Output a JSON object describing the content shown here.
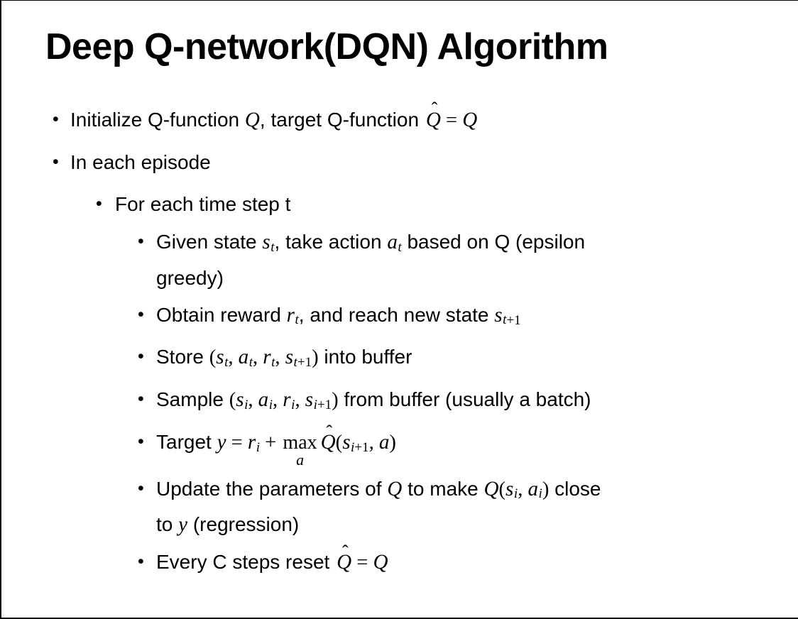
{
  "slide": {
    "title": "Deep Q-network(DQN) Algorithm",
    "bullets": [
      {
        "level": 1,
        "segments": [
          {
            "s": "p",
            "t": "Initialize Q-function "
          },
          {
            "s": "m",
            "t": "Q"
          },
          {
            "s": "p",
            "t": ", target Q-function "
          },
          {
            "s": "mh",
            "t": "Q"
          },
          {
            "s": "mr",
            "t": " = "
          },
          {
            "s": "m",
            "t": "Q"
          }
        ]
      },
      {
        "level": 1,
        "segments": [
          {
            "s": "p",
            "t": "In each episode"
          }
        ]
      },
      {
        "level": 2,
        "segments": [
          {
            "s": "p",
            "t": "For each time step t"
          }
        ]
      },
      {
        "level": 3,
        "segments": [
          {
            "s": "p",
            "t": "Given state "
          },
          {
            "s": "m",
            "t": "s"
          },
          {
            "s": "sub",
            "t": "t"
          },
          {
            "s": "p",
            "t": ", take action "
          },
          {
            "s": "m",
            "t": "a"
          },
          {
            "s": "sub",
            "t": "t"
          },
          {
            "s": "p",
            "t": " based on Q (epsilon"
          },
          {
            "s": "br"
          },
          {
            "s": "p",
            "t": "greedy)"
          }
        ]
      },
      {
        "level": 3,
        "segments": [
          {
            "s": "p",
            "t": "Obtain reward "
          },
          {
            "s": "m",
            "t": "r"
          },
          {
            "s": "sub",
            "t": "t"
          },
          {
            "s": "p",
            "t": ", and reach new state "
          },
          {
            "s": "m",
            "t": "s"
          },
          {
            "s": "sub",
            "t": "t"
          },
          {
            "s": "subr",
            "t": "+1"
          }
        ]
      },
      {
        "level": 3,
        "segments": [
          {
            "s": "p",
            "t": "Store "
          },
          {
            "s": "mr",
            "t": "("
          },
          {
            "s": "m",
            "t": "s"
          },
          {
            "s": "sub",
            "t": "t"
          },
          {
            "s": "mr",
            "t": ", "
          },
          {
            "s": "m",
            "t": "a"
          },
          {
            "s": "sub",
            "t": "t"
          },
          {
            "s": "mr",
            "t": ", "
          },
          {
            "s": "m",
            "t": "r"
          },
          {
            "s": "sub",
            "t": "t"
          },
          {
            "s": "mr",
            "t": ", "
          },
          {
            "s": "m",
            "t": "s"
          },
          {
            "s": "sub",
            "t": "t"
          },
          {
            "s": "subr",
            "t": "+1"
          },
          {
            "s": "mr",
            "t": ")"
          },
          {
            "s": "p",
            "t": " into buffer"
          }
        ]
      },
      {
        "level": 3,
        "segments": [
          {
            "s": "p",
            "t": "Sample "
          },
          {
            "s": "mr",
            "t": "("
          },
          {
            "s": "m",
            "t": "s"
          },
          {
            "s": "sub",
            "t": "i"
          },
          {
            "s": "mr",
            "t": ", "
          },
          {
            "s": "m",
            "t": "a"
          },
          {
            "s": "sub",
            "t": "i"
          },
          {
            "s": "mr",
            "t": ", "
          },
          {
            "s": "m",
            "t": "r"
          },
          {
            "s": "sub",
            "t": "i"
          },
          {
            "s": "mr",
            "t": ", "
          },
          {
            "s": "m",
            "t": "s"
          },
          {
            "s": "sub",
            "t": "i"
          },
          {
            "s": "subr",
            "t": "+1"
          },
          {
            "s": "mr",
            "t": ")"
          },
          {
            "s": "p",
            "t": " from buffer (usually a batch)"
          }
        ]
      },
      {
        "level": 3,
        "segments": [
          {
            "s": "p",
            "t": "Target "
          },
          {
            "s": "m",
            "t": "y"
          },
          {
            "s": "mr",
            "t": " = "
          },
          {
            "s": "m",
            "t": "r"
          },
          {
            "s": "sub",
            "t": "i"
          },
          {
            "s": "mr",
            "t": " + "
          },
          {
            "s": "mu",
            "t": "max",
            "u": "a"
          },
          {
            "s": "mh",
            "t": "Q"
          },
          {
            "s": "mr",
            "t": "("
          },
          {
            "s": "m",
            "t": "s"
          },
          {
            "s": "sub",
            "t": "i"
          },
          {
            "s": "subr",
            "t": "+1"
          },
          {
            "s": "mr",
            "t": ", "
          },
          {
            "s": "m",
            "t": "a"
          },
          {
            "s": "mr",
            "t": ")"
          }
        ]
      },
      {
        "level": 3,
        "segments": [
          {
            "s": "p",
            "t": "Update the parameters of "
          },
          {
            "s": "m",
            "t": "Q"
          },
          {
            "s": "p",
            "t": " to make "
          },
          {
            "s": "m",
            "t": "Q"
          },
          {
            "s": "mr",
            "t": "("
          },
          {
            "s": "m",
            "t": "s"
          },
          {
            "s": "sub",
            "t": "i"
          },
          {
            "s": "mr",
            "t": ", "
          },
          {
            "s": "m",
            "t": "a"
          },
          {
            "s": "sub",
            "t": "i"
          },
          {
            "s": "mr",
            "t": ")"
          },
          {
            "s": "p",
            "t": " close"
          },
          {
            "s": "br"
          },
          {
            "s": "p",
            "t": "to "
          },
          {
            "s": "m",
            "t": "y"
          },
          {
            "s": "p",
            "t": " (regression)"
          }
        ]
      },
      {
        "level": 3,
        "segments": [
          {
            "s": "p",
            "t": "Every C steps reset "
          },
          {
            "s": "mh",
            "t": "Q"
          },
          {
            "s": "mr",
            "t": " = "
          },
          {
            "s": "m",
            "t": "Q"
          }
        ]
      }
    ]
  },
  "notation": {
    "bullet": "•",
    "hat": "ˆ"
  },
  "colors": {
    "background": "#ffffff",
    "text": "#000000",
    "border": "#000000"
  }
}
